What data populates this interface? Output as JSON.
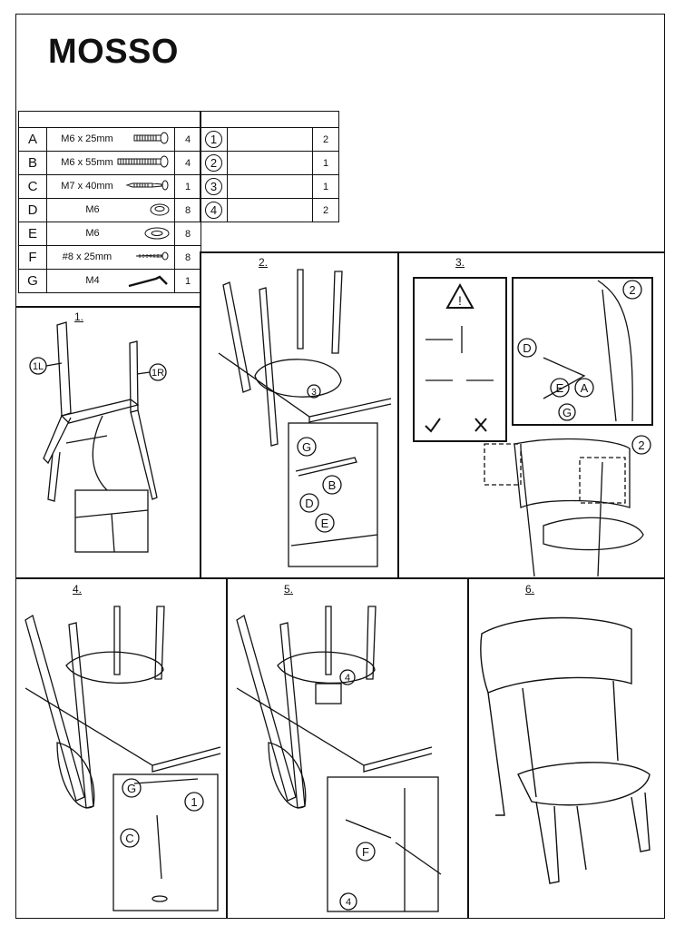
{
  "title": "MOSSO",
  "hardware": [
    {
      "letter": "A",
      "desc": "M6 x 25mm",
      "qty": "4",
      "icon": "bolt-icon"
    },
    {
      "letter": "B",
      "desc": "M6 x 55mm",
      "qty": "4",
      "icon": "long-bolt-icon"
    },
    {
      "letter": "C",
      "desc": "M7 x 40mm",
      "qty": "1",
      "icon": "screw-icon"
    },
    {
      "letter": "D",
      "desc": "M6",
      "qty": "8",
      "icon": "spring-washer-icon"
    },
    {
      "letter": "E",
      "desc": "M6",
      "qty": "8",
      "icon": "flat-washer-icon"
    },
    {
      "letter": "F",
      "desc": "#8 x 25mm",
      "qty": "8",
      "icon": "wood-screw-icon"
    },
    {
      "letter": "G",
      "desc": "M4",
      "qty": "1",
      "icon": "allen-key-icon"
    }
  ],
  "parts": [
    {
      "num": "1",
      "qty": "2"
    },
    {
      "num": "2",
      "qty": "1"
    },
    {
      "num": "3",
      "qty": "1"
    },
    {
      "num": "4",
      "qty": "2"
    }
  ],
  "steps": {
    "s1": {
      "label": "1.",
      "callouts": [
        "1L",
        "1R"
      ]
    },
    "s2": {
      "label": "2.",
      "callouts": [
        "3",
        "G",
        "B",
        "D",
        "E"
      ]
    },
    "s3": {
      "label": "3.",
      "callouts": [
        "2",
        "D",
        "E",
        "A",
        "G",
        "2"
      ]
    },
    "s4": {
      "label": "4.",
      "callouts": [
        "G",
        "C",
        "1"
      ]
    },
    "s5": {
      "label": "5.",
      "callouts": [
        "4",
        "F",
        "4"
      ]
    },
    "s6": {
      "label": "6."
    }
  }
}
